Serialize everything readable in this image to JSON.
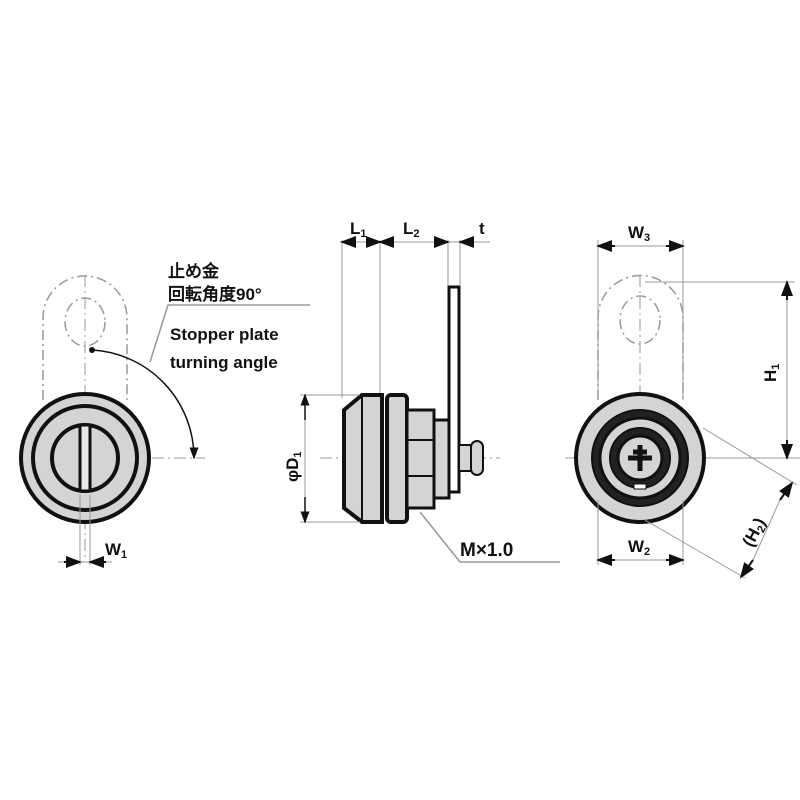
{
  "diagram": {
    "title": "Cam lock dimension drawing",
    "views": [
      "front-view-stopper",
      "side-view",
      "rear-view"
    ],
    "annotations": {
      "stopper_jp_line1": "止め金",
      "stopper_jp_line2": "回転角度90°",
      "stopper_en_line1": "Stopper plate",
      "stopper_en_line2": "turning angle",
      "thread": "M×1.0"
    },
    "dimensions": {
      "W1": {
        "main": "W",
        "sub": "1"
      },
      "L1": {
        "main": "L",
        "sub": "1"
      },
      "L2": {
        "main": "L",
        "sub": "2"
      },
      "t": {
        "main": "t"
      },
      "D1": {
        "main": "φD",
        "sub": "1"
      },
      "W3": {
        "main": "W",
        "sub": "3"
      },
      "W2": {
        "main": "W",
        "sub": "2"
      },
      "H1": {
        "main": "H",
        "sub": "1"
      },
      "H2": {
        "main": "(H",
        "sub": "2",
        "close": ")"
      }
    },
    "colors": {
      "line": "#111111",
      "fill": "#d4d4d4",
      "dim": "#888888",
      "bg": "#ffffff"
    }
  }
}
